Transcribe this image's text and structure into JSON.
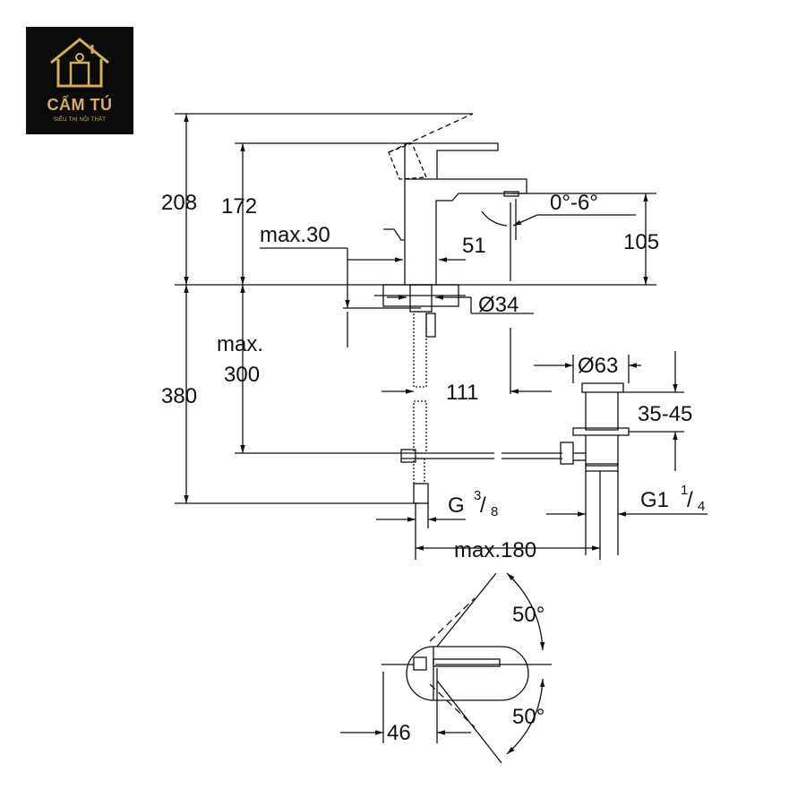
{
  "logo": {
    "brand": "CẨM TÚ",
    "tagline": "SIÊU THỊ NỘI THẤT"
  },
  "dimensions": {
    "total_height": "208",
    "spout_height": "172",
    "lever_max": "max.30",
    "spout_reach": "51",
    "tilt_angle": "0°-6°",
    "outlet_height": "105",
    "hole_diameter": "Ø34",
    "under_max_label": "max.",
    "under_max_value": "300",
    "below_height": "380",
    "supply_offset": "111",
    "waste_diameter": "Ø63",
    "plug_range": "35-45",
    "supply_thread_main": "G",
    "supply_thread_num": "3",
    "supply_thread_den": "8",
    "waste_thread_main": "G1",
    "waste_thread_num": "1",
    "waste_thread_den": "4",
    "max_reach": "max.180",
    "swivel_angle_top": "50°",
    "swivel_angle_bottom": "50°",
    "handle_offset": "46"
  }
}
